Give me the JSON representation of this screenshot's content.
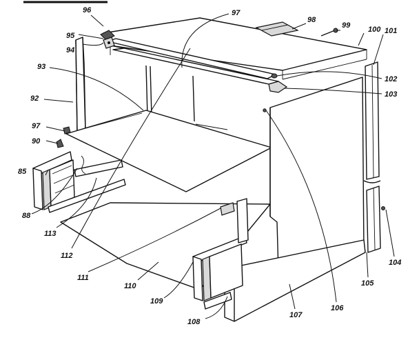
{
  "callouts": {
    "c85": "85",
    "c88": "88",
    "c90": "90",
    "c92": "92",
    "c93": "93",
    "c94": "94",
    "c95": "95",
    "c96": "96",
    "c97a": "97",
    "c97b": "97",
    "c98": "98",
    "c99": "99",
    "c100": "100",
    "c101": "101",
    "c102": "102",
    "c103": "103",
    "c104": "104",
    "c105": "105",
    "c106": "106",
    "c107": "107",
    "c108": "108",
    "c109": "109",
    "c110": "110",
    "c111": "111",
    "c112": "112",
    "c113": "113"
  }
}
